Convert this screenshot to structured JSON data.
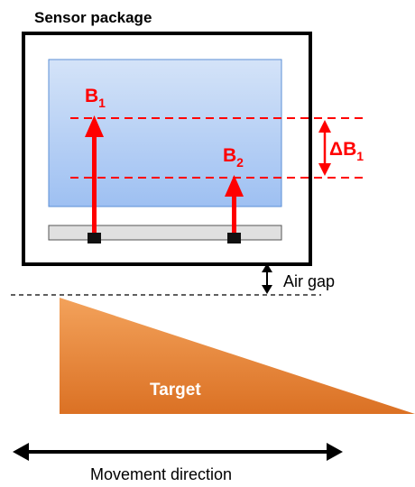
{
  "diagram": {
    "title": "Sensor package",
    "field_1": {
      "symbol": "B",
      "subscript": "1"
    },
    "field_2": {
      "symbol": "B",
      "subscript": "2"
    },
    "delta": {
      "symbol": "ΔB",
      "subscript": "1"
    },
    "air_gap_label": "Air gap",
    "target_label": "Target",
    "movement_label": "Movement direction"
  },
  "colors": {
    "field_arrow": "#ff0000",
    "dashed_line": "#ff0000",
    "magnet_top": "#d4e3f8",
    "magnet_bottom": "#9ec0f2",
    "target_top": "#f3a25b",
    "target_bottom": "#db7124",
    "substrate": "#e0e0e0",
    "outline": "#000000"
  }
}
